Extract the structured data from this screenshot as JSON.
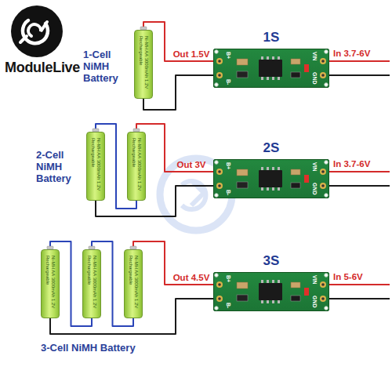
{
  "diagram": {
    "nodes": [
      {
        "text": [
          "Ni-MH AA 3000mAh 1.2V",
          "Rechargeable"
        ]
      },
      {
        "text": [
          "1S",
          "B+",
          "B-",
          "VIN",
          "GND"
        ]
      },
      {
        "text": [
          "Ni-MH AA 3000mAh 1.2V",
          "Rechargeable"
        ]
      },
      {
        "text": [
          "Ni-MH AA 3000mAh 1.2V",
          "Rechargeable"
        ]
      },
      {
        "text": [
          "2S",
          "B+",
          "B-",
          "VIN",
          "GND"
        ]
      },
      {
        "text": [
          "Ni-MH AA 3000mAh 1.2V",
          "Rechargeable"
        ]
      },
      {
        "text": [
          "Ni-MH AA 3000mAh 1.2V",
          "Rechargeable"
        ]
      },
      {
        "text": [
          "Ni-MH AA 3000mAh 1.2V",
          "Rechargeable"
        ]
      },
      {
        "text": [
          "3S",
          "B+",
          "B-",
          "VIN",
          "GND"
        ]
      }
    ],
    "edges": [
      {
        "from": 0,
        "to": 1,
        "arrow": "none",
        "label": "Out 1.5V"
      },
      {
        "from": 0,
        "to": 1,
        "arrow": "none"
      },
      {
        "from": 2,
        "to": 3,
        "arrow": "none"
      },
      {
        "from": 3,
        "to": 4,
        "arrow": "none",
        "label": "Out 3V"
      },
      {
        "from": 2,
        "to": 4,
        "arrow": "none"
      },
      {
        "from": 5,
        "to": 6,
        "arrow": "none"
      },
      {
        "from": 6,
        "to": 7,
        "arrow": "none"
      },
      {
        "from": 7,
        "to": 8,
        "arrow": "none",
        "label": "Out 4.5V"
      },
      {
        "from": 5,
        "to": 8,
        "arrow": "none"
      }
    ],
    "labels": [
      "ModuleLive",
      "1-Cell NiMH Battery",
      "2-Cell NiMH Battery",
      "3-Cell NiMH Battery",
      "In 3.7-6V",
      "In 3.7-6V",
      "In 5-6V"
    ]
  }
}
